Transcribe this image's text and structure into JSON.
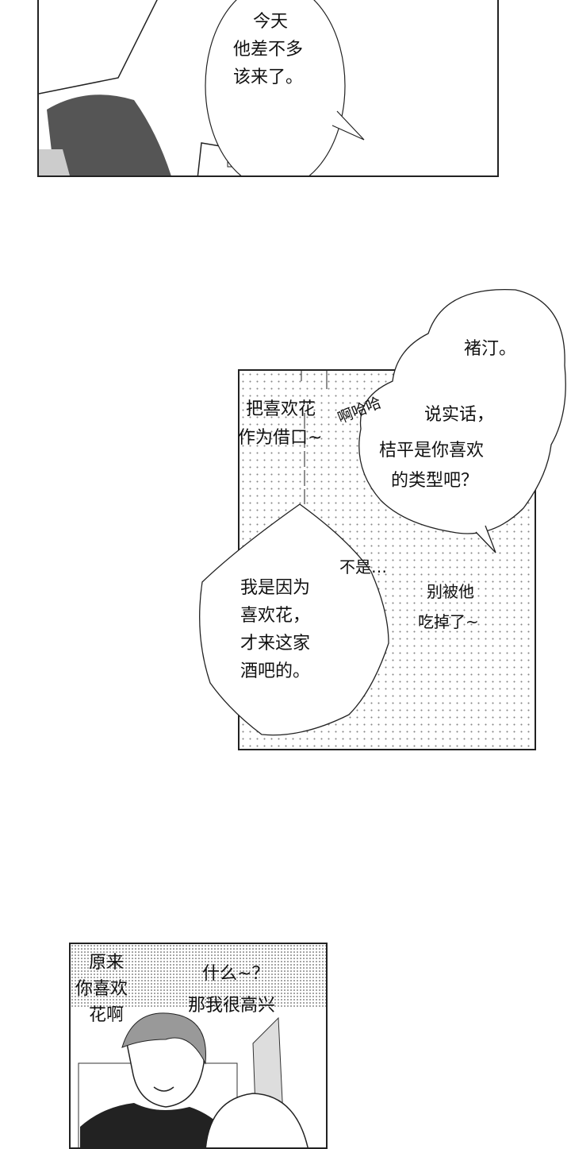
{
  "panel1": {
    "bubble": [
      "今天",
      "他差不多",
      "该来了。"
    ]
  },
  "panel2": {
    "cloud_bubble": {
      "name": "褚汀。",
      "lines": [
        "说实话，",
        "桔平是你喜欢",
        "的类型吧？"
      ]
    },
    "laugh": "啊哈哈",
    "side_left": [
      "把喜欢花",
      "作为借口~"
    ],
    "bubble": [
      "我是因为",
      "喜欢花，",
      "才来这家",
      "酒吧的。"
    ],
    "aside_no": "不是…",
    "side_right": [
      "别被他",
      "吃掉了~"
    ]
  },
  "panel3": {
    "left": [
      "原来",
      "你喜欢",
      "花啊"
    ],
    "right": [
      "什么~？",
      "那我很高兴"
    ]
  }
}
